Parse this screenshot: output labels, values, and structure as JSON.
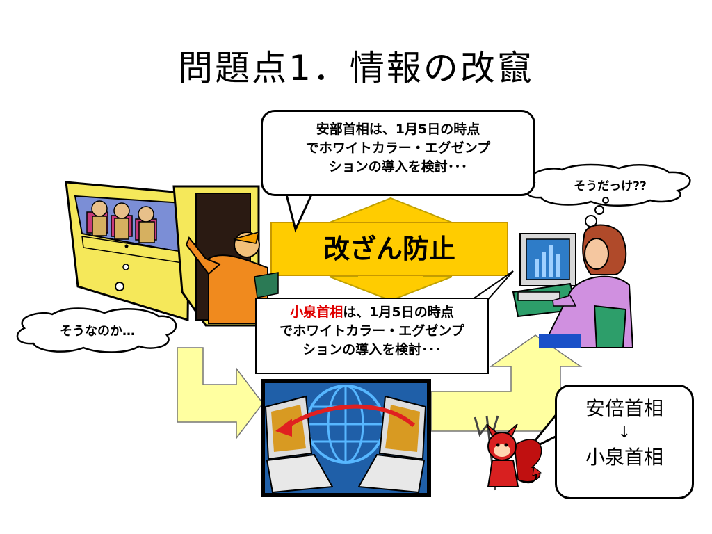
{
  "title": "問題点1．情報の改竄",
  "speech_top": {
    "line1": "安部首相は、1月5日の時点",
    "line2": "でホワイトカラー・エグゼンプ",
    "line3": "ションの導入を検討･･･"
  },
  "speech_mid": {
    "line1_red": "小泉首相",
    "line1_rest": "は、1月5日の時点",
    "line2": "でホワイトカラー・エグゼンプ",
    "line3": "ションの導入を検討･･･"
  },
  "center_label": "改ざん防止",
  "cloud_left": "そうなのか…",
  "cloud_right": "そうだっけ??",
  "devil_box": {
    "line1": "安倍首相",
    "arrow": "↓",
    "line2": "小泉首相"
  },
  "colors": {
    "arrow_fill": "#ffe98a",
    "arrow_yellow": "#ffcc00",
    "emphasis_red": "#e00000",
    "screen_blue": "#1f5fa8"
  }
}
